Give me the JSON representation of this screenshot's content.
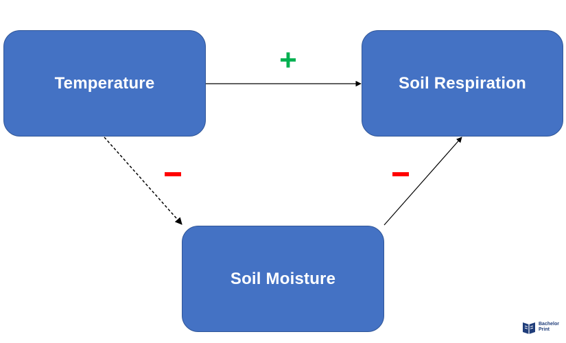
{
  "nodes": {
    "temperature": {
      "label": "Temperature"
    },
    "soil_respiration": {
      "label": "Soil Respiration"
    },
    "soil_moisture": {
      "label": "Soil Moisture"
    }
  },
  "edges": [
    {
      "from": "Temperature",
      "to": "Soil Respiration",
      "sign": "+",
      "style": "solid"
    },
    {
      "from": "Temperature",
      "to": "Soil Moisture",
      "sign": "-",
      "style": "dashed"
    },
    {
      "from": "Soil Moisture",
      "to": "Soil Respiration",
      "sign": "-",
      "style": "solid"
    }
  ],
  "signs": {
    "positive": "+",
    "negative": "-"
  },
  "colors": {
    "node_fill": "#4472c4",
    "node_border": "#2f5597",
    "node_text": "#ffffff",
    "arrow": "#000000",
    "positive_sign": "#00b050",
    "negative_sign": "#ff0000",
    "logo": "#1f3d7a"
  },
  "logo": {
    "line1": "Bachelor",
    "line2": "Print"
  }
}
